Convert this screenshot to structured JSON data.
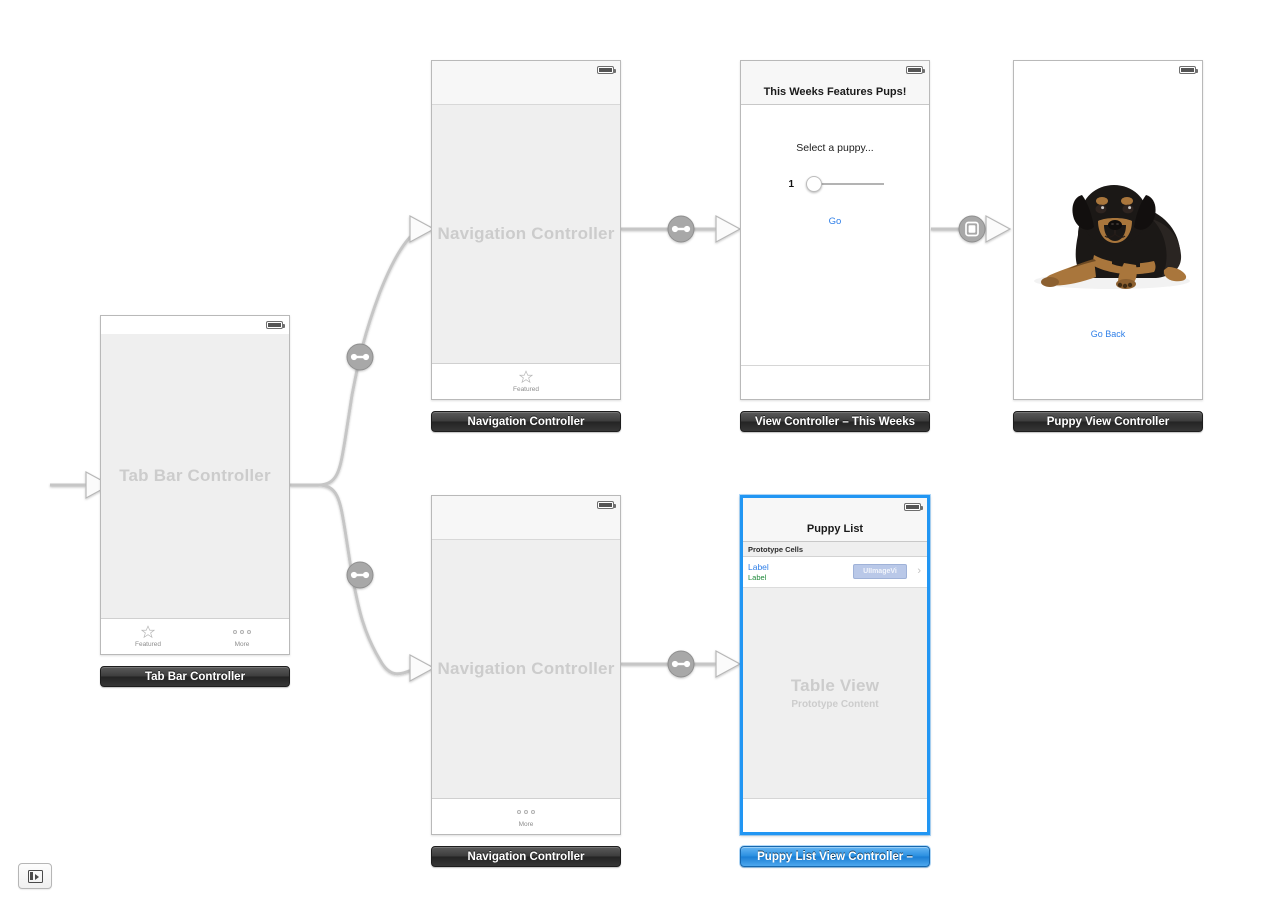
{
  "app": {
    "kind": "xcode-storyboard",
    "canvas_background": "#ffffff"
  },
  "colors": {
    "selection_blue": "#2196f3",
    "link_blue": "#2f7fe8",
    "label_green": "#1f8a3b",
    "ghost_gray": "#cccccc",
    "scene_label_dark": "#303030"
  },
  "scenes": [
    {
      "id": "tab-bar-controller",
      "label": "Tab Bar Controller",
      "ghost_title": "Tab Bar Controller",
      "selected": false,
      "tabs": [
        {
          "icon": "star-icon",
          "label": "Featured"
        },
        {
          "icon": "more-dots-icon",
          "label": "More"
        }
      ]
    },
    {
      "id": "navigation-controller-top",
      "label": "Navigation Controller",
      "ghost_title": "Navigation Controller",
      "selected": false,
      "tabs": [
        {
          "icon": "star-icon",
          "label": "Featured"
        }
      ]
    },
    {
      "id": "view-controller-this-weeks",
      "label": "View Controller – This Weeks",
      "navbar_title": "This Weeks Features Pups!",
      "selected": false,
      "prompt": "Select a puppy...",
      "slider_value": "1",
      "go_button": "Go"
    },
    {
      "id": "puppy-view-controller",
      "label": "Puppy View Controller",
      "selected": false,
      "image_alt": "rottweiler-puppy-photo",
      "go_back": "Go Back"
    },
    {
      "id": "navigation-controller-bottom",
      "label": "Navigation Controller",
      "ghost_title": "Navigation Controller",
      "selected": false,
      "tabs": [
        {
          "icon": "more-dots-icon",
          "label": "More"
        }
      ]
    },
    {
      "id": "puppy-list-view-controller",
      "label": "Puppy List View Controller –",
      "navbar_title": "Puppy List",
      "selected": true,
      "prototype_header": "Prototype Cells",
      "cell": {
        "title_label": "Label",
        "detail_label": "Label",
        "image_view": "UIImageVi",
        "accessory": "chevron-right-icon"
      },
      "ghost_title": "Table View",
      "ghost_sub": "Prototype Content"
    }
  ],
  "segues": [
    {
      "id": "entry-point",
      "type": "initial-view-controller-arrow",
      "icon": "arrow-right-icon"
    },
    {
      "id": "tabbar-to-nav-top",
      "type": "relationship",
      "icon": "relationship-segue-icon"
    },
    {
      "id": "tabbar-to-nav-bottom",
      "type": "relationship",
      "icon": "relationship-segue-icon"
    },
    {
      "id": "nav-top-to-this-weeks",
      "type": "relationship",
      "icon": "relationship-segue-icon"
    },
    {
      "id": "this-weeks-to-puppy",
      "type": "modal",
      "icon": "modal-segue-icon"
    },
    {
      "id": "nav-bottom-to-puppy-list",
      "type": "relationship",
      "icon": "relationship-segue-icon"
    }
  ],
  "toolbar": {
    "outline_toggle": "document-outline-toggle"
  }
}
